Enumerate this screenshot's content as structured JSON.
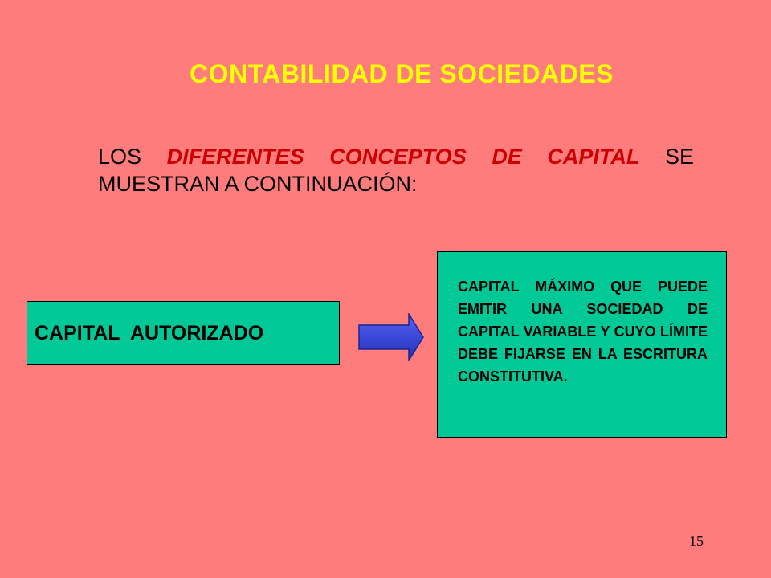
{
  "slide": {
    "title": "CONTABILIDAD DE SOCIEDADES",
    "intro": {
      "before": "LOS ",
      "emphasis": "DIFERENTES CONCEPTOS DE CAPITAL",
      "after": " SE MUESTRAN A CONTINUACIÓN:"
    },
    "term": "CAPITAL  AUTORIZADO",
    "arrow_icon": "right-arrow-icon",
    "definition": "CAPITAL MÁXIMO QUE PUEDE EMITIR UNA SOCIEDAD DE CAPITAL VARIABLE Y CUYO LÍMITE DEBE FIJARSE EN LA ESCRITURA CONSTITUTIVA.",
    "page_number": "15"
  },
  "colors": {
    "background": "#ff7c7c",
    "title": "#ffff00",
    "emphasis": "#cc0000",
    "box_fill": "#00c896",
    "arrow_fill": "#3a48d8"
  }
}
